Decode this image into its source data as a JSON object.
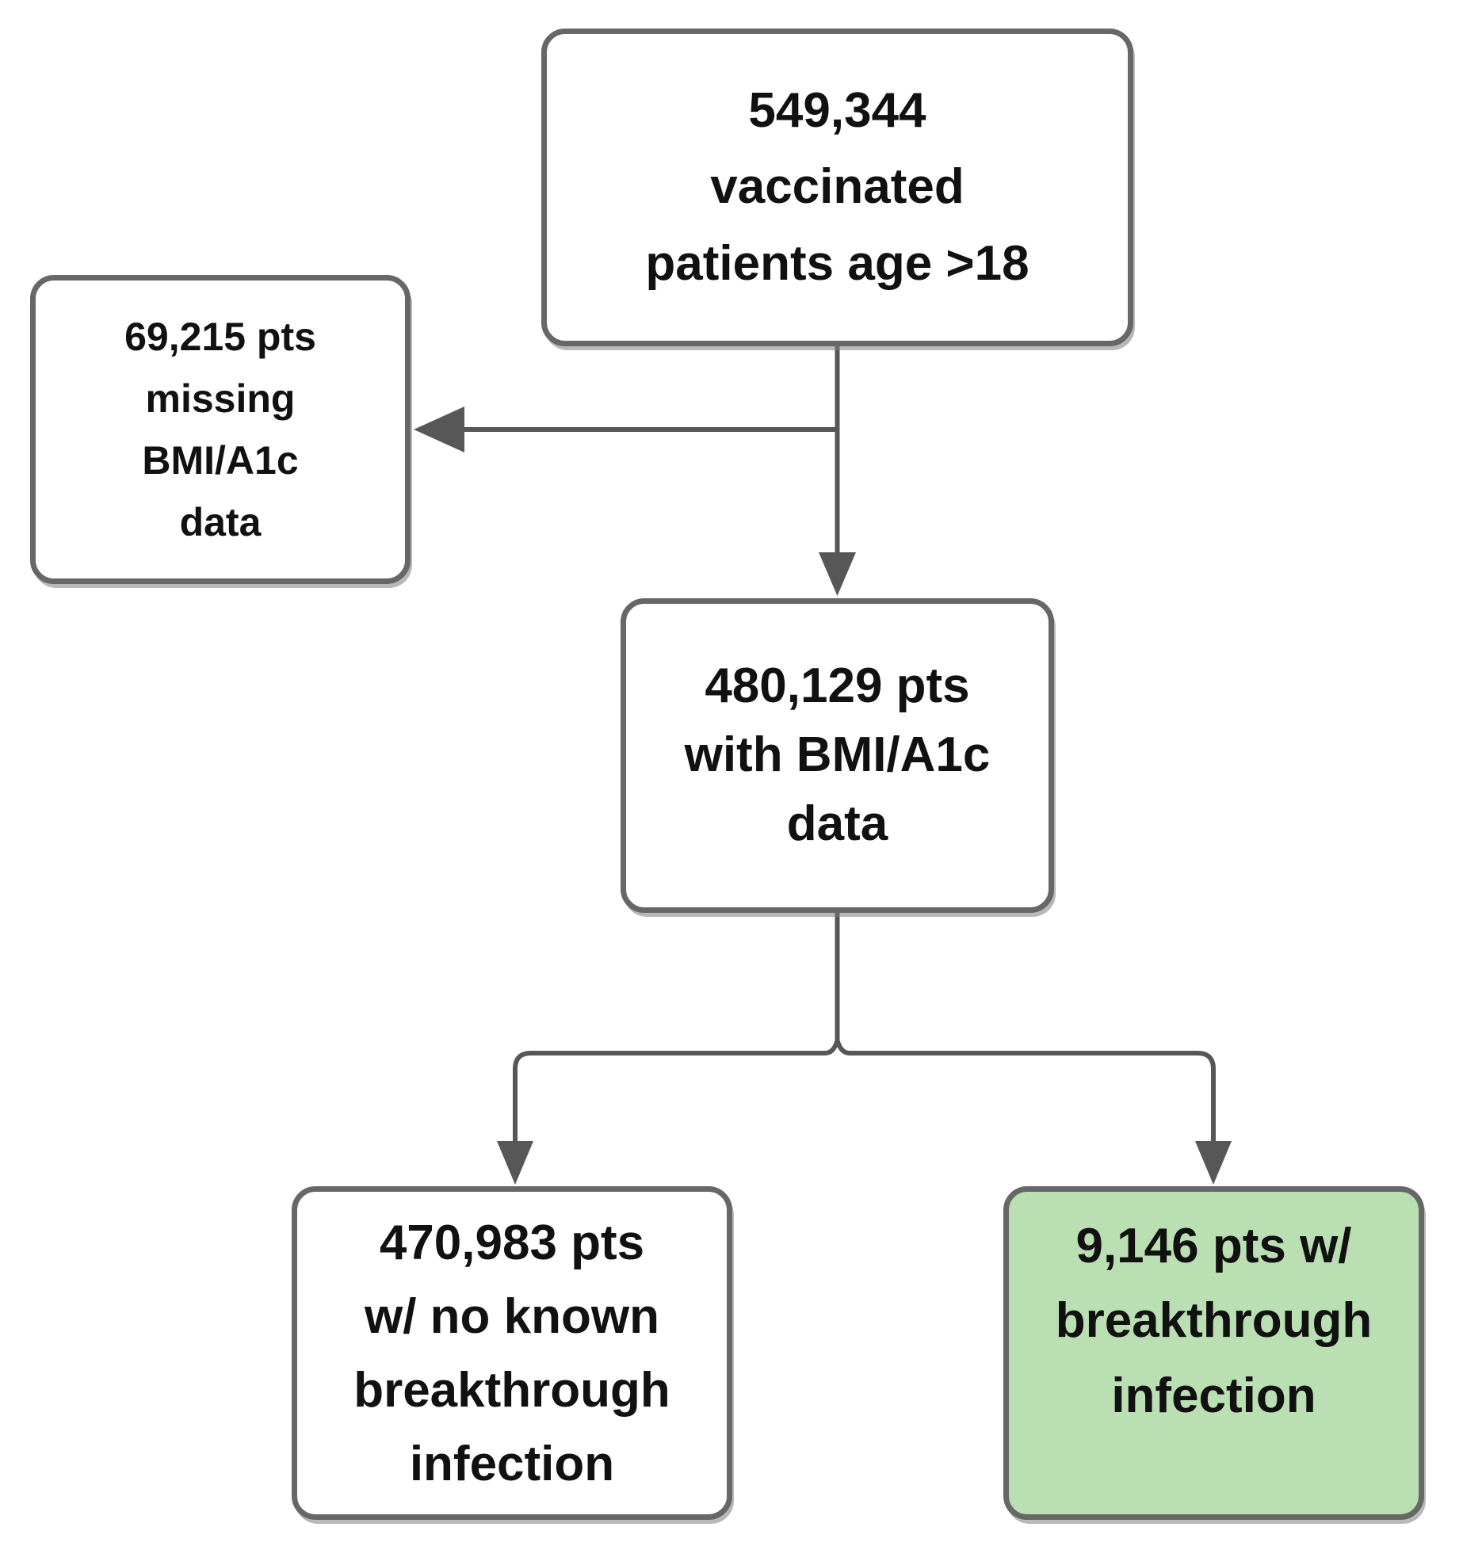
{
  "diagram": {
    "type": "flowchart",
    "background": "#ffffff",
    "colors": {
      "box_fill": "#ffffff",
      "highlight_fill": "#b9dfb2",
      "box_border": "#676767",
      "connector": "#575757",
      "text": "#111111"
    },
    "nodes": {
      "total": {
        "label": "549,344\nvaccinated\npatients age >18"
      },
      "missing": {
        "label": "69,215 pts\nmissing\nBMI/A1c\ndata"
      },
      "with_data": {
        "label": "480,129 pts\nwith BMI/A1c\ndata"
      },
      "no_breakthrough": {
        "label": "470,983 pts\nw/ no known\nbreakthrough\ninfection"
      },
      "breakthrough": {
        "label": "9,146 pts w/\nbreakthrough\ninfection"
      }
    },
    "edges": [
      {
        "from": "total",
        "to": "missing",
        "type": "exclusion-arrow"
      },
      {
        "from": "total",
        "to": "with_data",
        "type": "arrow"
      },
      {
        "from": "with_data",
        "to": "no_breakthrough",
        "type": "arrow"
      },
      {
        "from": "with_data",
        "to": "breakthrough",
        "type": "arrow"
      }
    ]
  }
}
